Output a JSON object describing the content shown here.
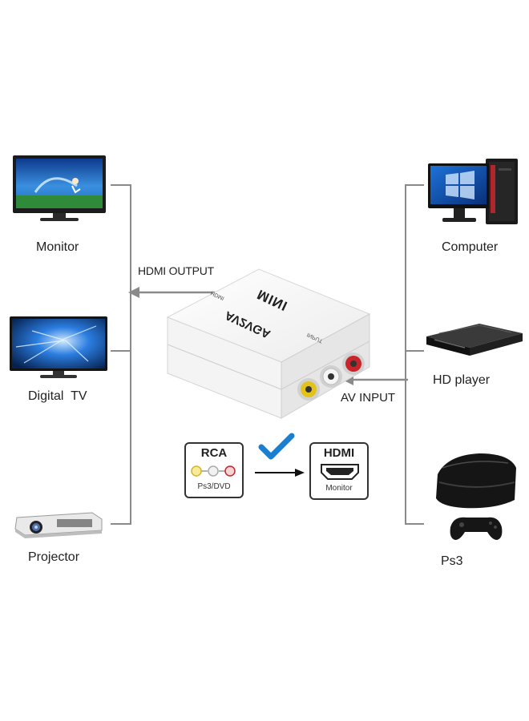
{
  "outputs": {
    "monitor": "Monitor",
    "digital_tv": "Digital  TV",
    "projector": "Projector"
  },
  "inputs": {
    "computer": "Computer",
    "hd_player": "HD player",
    "ps3": "Ps3"
  },
  "arrows": {
    "hdmi_output": "HDMI OUTPUT",
    "av_input": "AV INPUT"
  },
  "converter": {
    "brand": "MINI",
    "model": "AV2VGA",
    "port_label_top": "HDMI",
    "port_label_input": "INPUT"
  },
  "flow": {
    "rca_title": "RCA",
    "rca_sub": "Ps3/DVD",
    "hdmi_title": "HDMI",
    "hdmi_sub": "Monitor"
  },
  "colors": {
    "line": "#8a8a8a",
    "check": "#1a7fd0",
    "rca_yellow": "#e8c21a",
    "rca_red": "#c8242a"
  }
}
